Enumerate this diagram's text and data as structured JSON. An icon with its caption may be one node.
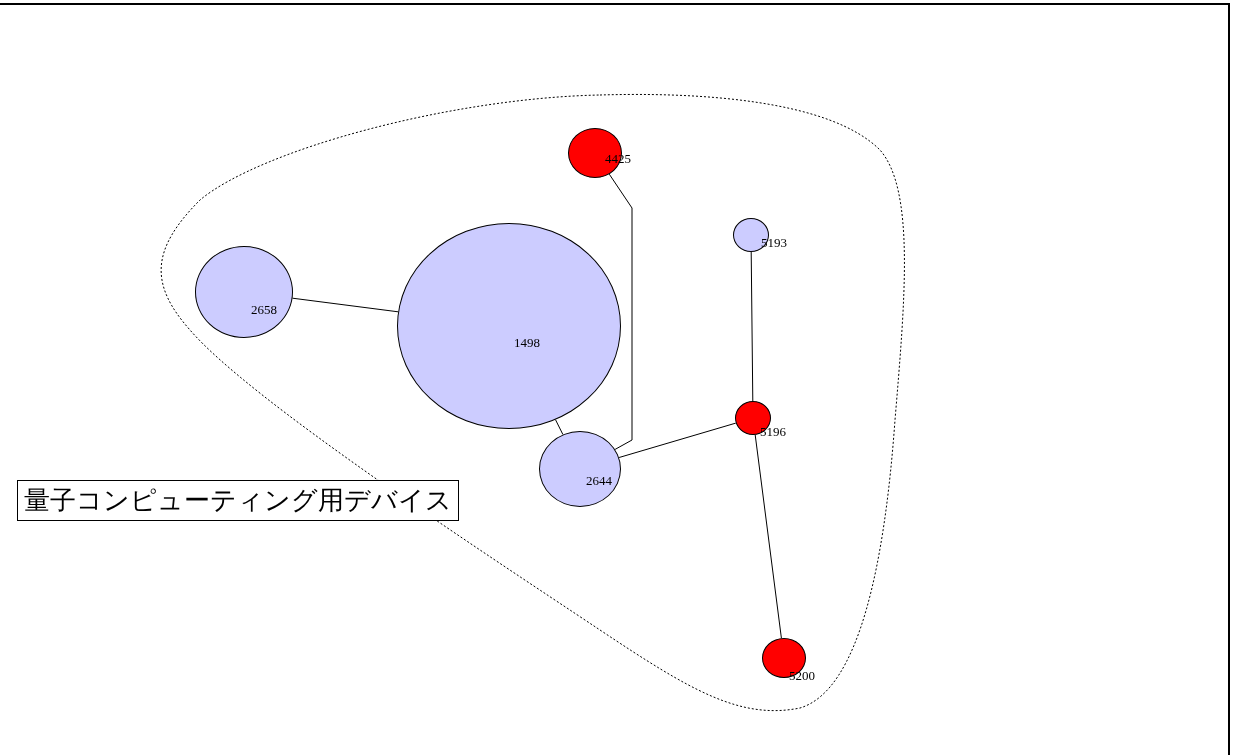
{
  "diagram": {
    "nodes": [
      {
        "text": [],
        "shape": "cloud"
      },
      {
        "text": [
          "2658"
        ],
        "in": 0
      },
      {
        "text": [
          "1498"
        ],
        "in": 0
      },
      {
        "text": [
          "4425"
        ],
        "in": 0
      },
      {
        "text": [
          "5193"
        ],
        "in": 0
      },
      {
        "text": [
          "5196"
        ],
        "in": 0
      },
      {
        "text": [
          "2644"
        ],
        "in": 0
      },
      {
        "text": [
          "5200"
        ],
        "in": 0
      },
      {
        "text": [
          "量子コンピューティング用デバイス"
        ]
      }
    ],
    "edges": [
      {
        "from": 1,
        "to": 2,
        "arrow": "none"
      },
      {
        "from": 2,
        "to": 6,
        "arrow": "none"
      },
      {
        "from": 3,
        "to": 6,
        "arrow": "none"
      },
      {
        "from": 6,
        "to": 5,
        "arrow": "none"
      },
      {
        "from": 4,
        "to": 5,
        "arrow": "none"
      },
      {
        "from": 5,
        "to": 7,
        "arrow": "none"
      }
    ]
  }
}
